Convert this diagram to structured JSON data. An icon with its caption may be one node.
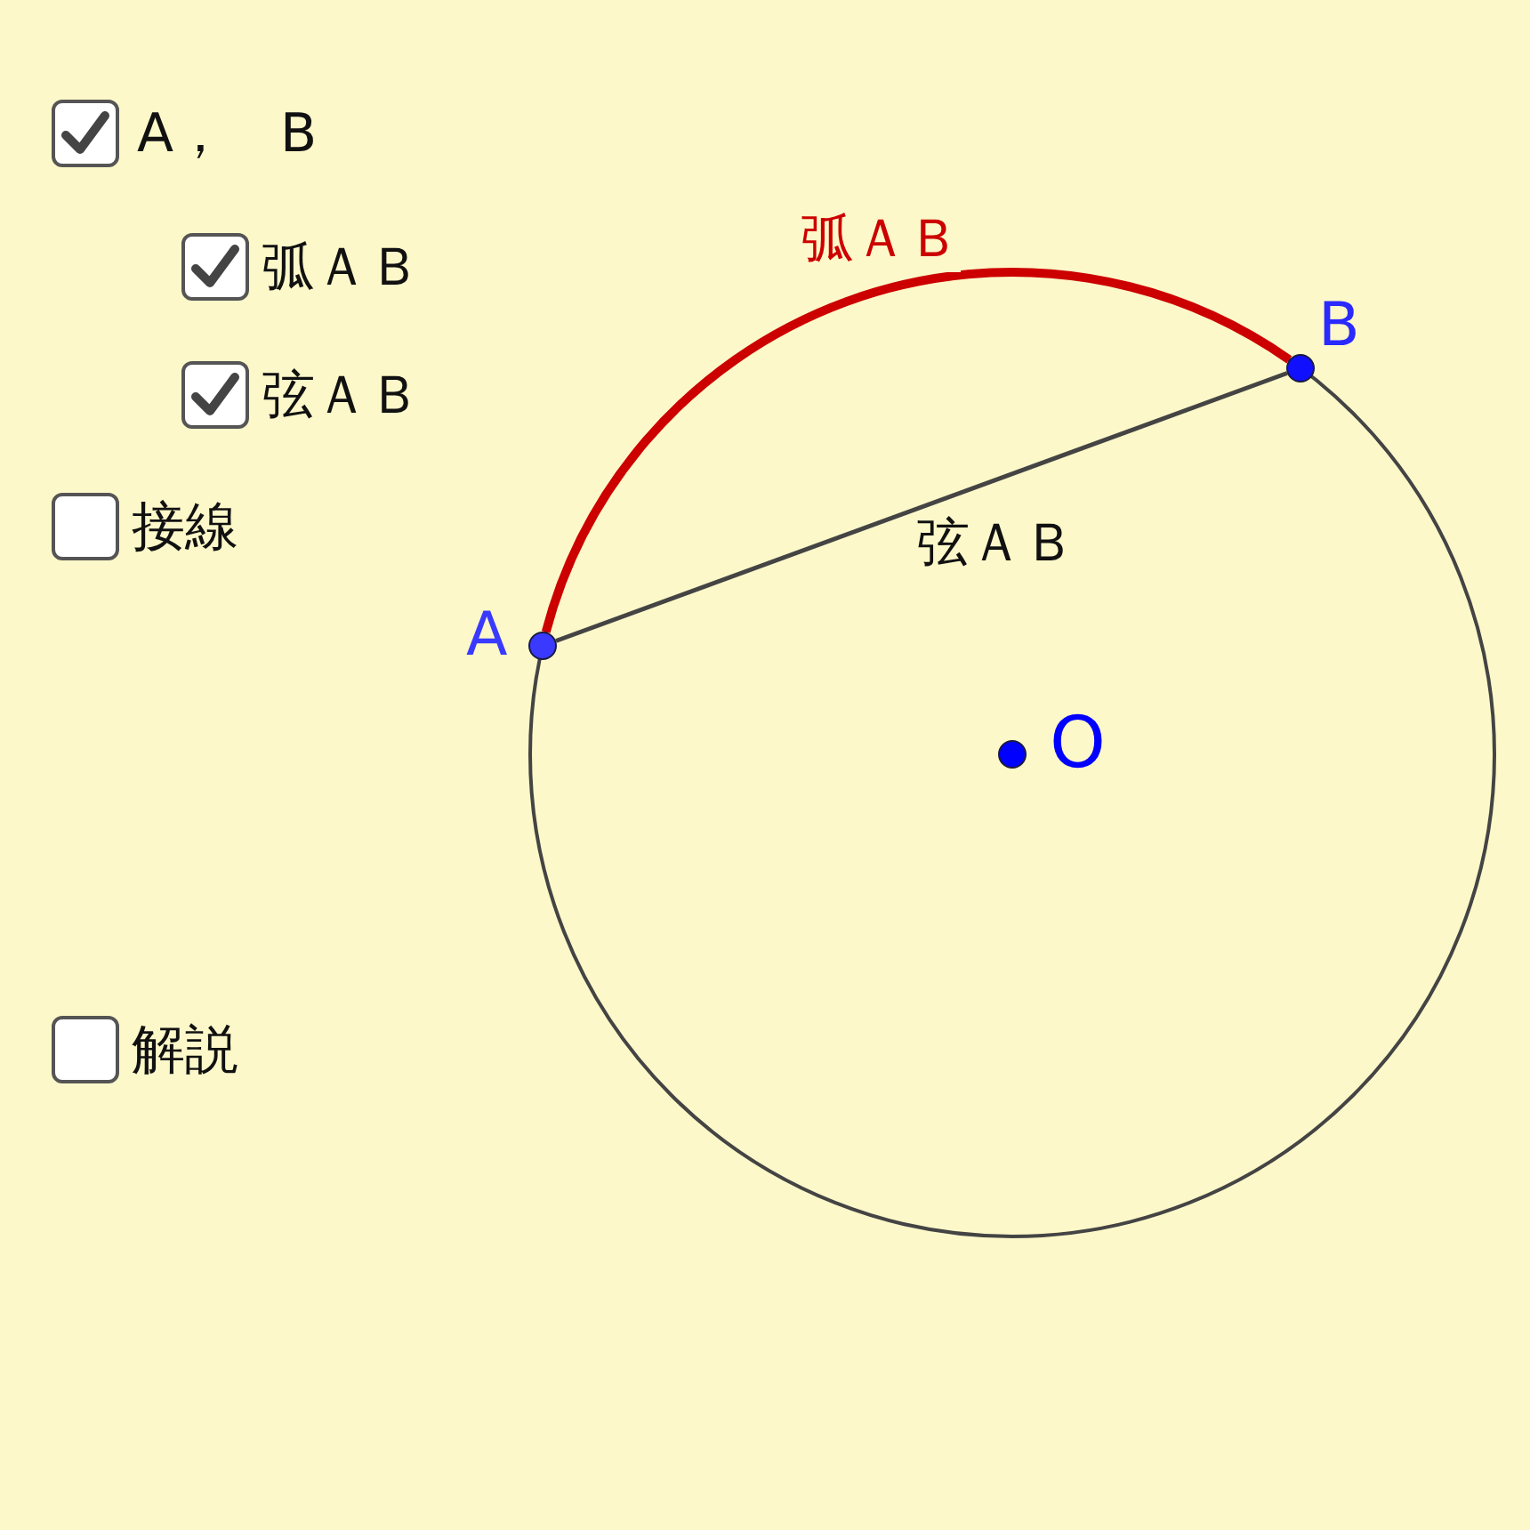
{
  "diagram": {
    "nodes": [
      {
        "text": [],
        "shape": "circle",
        "beside": [
          "A"
        ]
      },
      {
        "text": [],
        "shape": "circle",
        "beside": [
          "B"
        ]
      },
      {
        "text": [],
        "shape": "circle",
        "beside": [
          "O"
        ]
      }
    ],
    "edges": [
      {
        "from": 0,
        "to": 1,
        "arrow": "none",
        "label": "弦ＡＢ"
      },
      {
        "from": 0,
        "to": 1,
        "arrow": "none",
        "label": "弧ＡＢ",
        "style": "thick",
        "color": "#cc0000"
      }
    ],
    "labels": [
      "A，　B",
      "弧ＡＢ",
      "弦ＡＢ",
      "接線",
      "解説"
    ]
  }
}
